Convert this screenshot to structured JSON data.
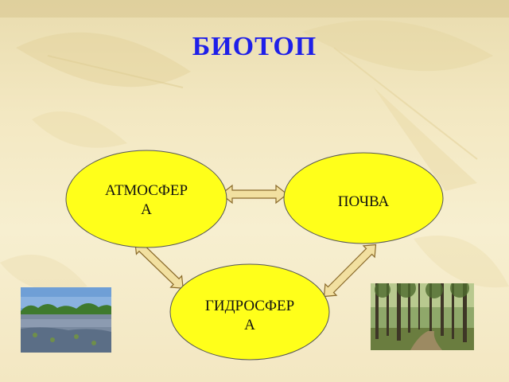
{
  "title": "БИОТОП",
  "nodes": {
    "atmosphere": {
      "label_line1": "АТМОСФЕР",
      "label_line2": "А"
    },
    "soil": {
      "label": "ПОЧВА"
    },
    "hydrosphere": {
      "label_line1": "ГИДРОСФЕР",
      "label_line2": "А"
    }
  },
  "colors": {
    "title": "#1f1fe8",
    "node_fill": "#ffff1a",
    "arrow_fill": "#f2e0a0",
    "arrow_stroke": "#8a6a2a"
  },
  "images": {
    "left": "lake-photo",
    "right": "forest-photo"
  }
}
